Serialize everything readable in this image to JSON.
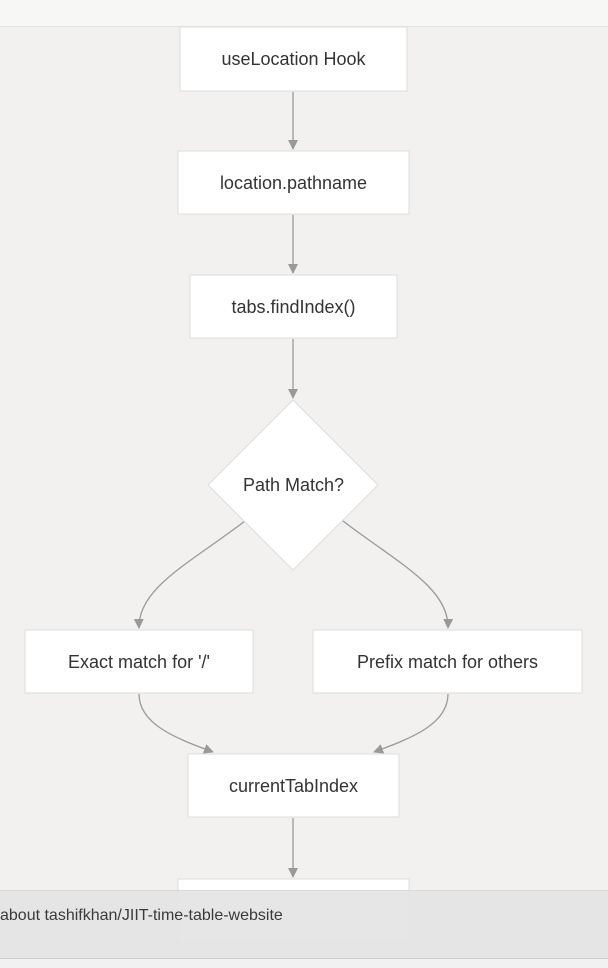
{
  "diagram": {
    "nodes": [
      {
        "id": "uselocation",
        "label": "useLocation Hook",
        "shape": "rect"
      },
      {
        "id": "pathname",
        "label": "location.pathname",
        "shape": "rect"
      },
      {
        "id": "findindex",
        "label": "tabs.findIndex()",
        "shape": "rect"
      },
      {
        "id": "pathmatch",
        "label": "Path Match?",
        "shape": "diamond"
      },
      {
        "id": "exact",
        "label": "Exact match for '/'",
        "shape": "rect"
      },
      {
        "id": "prefix",
        "label": "Prefix match for others",
        "shape": "rect"
      },
      {
        "id": "current",
        "label": "currentTabIndex",
        "shape": "rect"
      },
      {
        "id": "next",
        "label": "",
        "shape": "rect"
      }
    ],
    "edges": [
      {
        "from": "uselocation",
        "to": "pathname"
      },
      {
        "from": "pathname",
        "to": "findindex"
      },
      {
        "from": "findindex",
        "to": "pathmatch"
      },
      {
        "from": "pathmatch",
        "to": "exact"
      },
      {
        "from": "pathmatch",
        "to": "prefix"
      },
      {
        "from": "exact",
        "to": "current"
      },
      {
        "from": "prefix",
        "to": "current"
      },
      {
        "from": "current",
        "to": "next"
      }
    ],
    "colors": {
      "background": "#f2f1ef",
      "node_fill": "#ffffff",
      "node_border": "#dddddd",
      "edge": "#999999",
      "text": "#333333"
    }
  },
  "footer": {
    "text": "about tashifkhan/JIIT-time-table-website"
  }
}
